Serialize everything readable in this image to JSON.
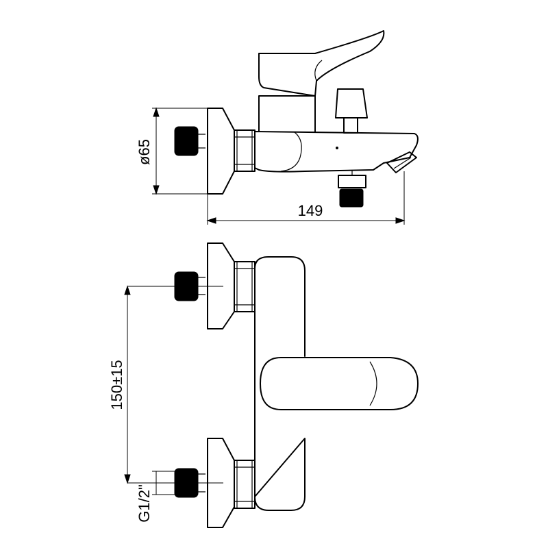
{
  "dimensions": {
    "diameter": "ø65",
    "width": "149",
    "spacing": "150±15",
    "thread": "G1/2\""
  }
}
